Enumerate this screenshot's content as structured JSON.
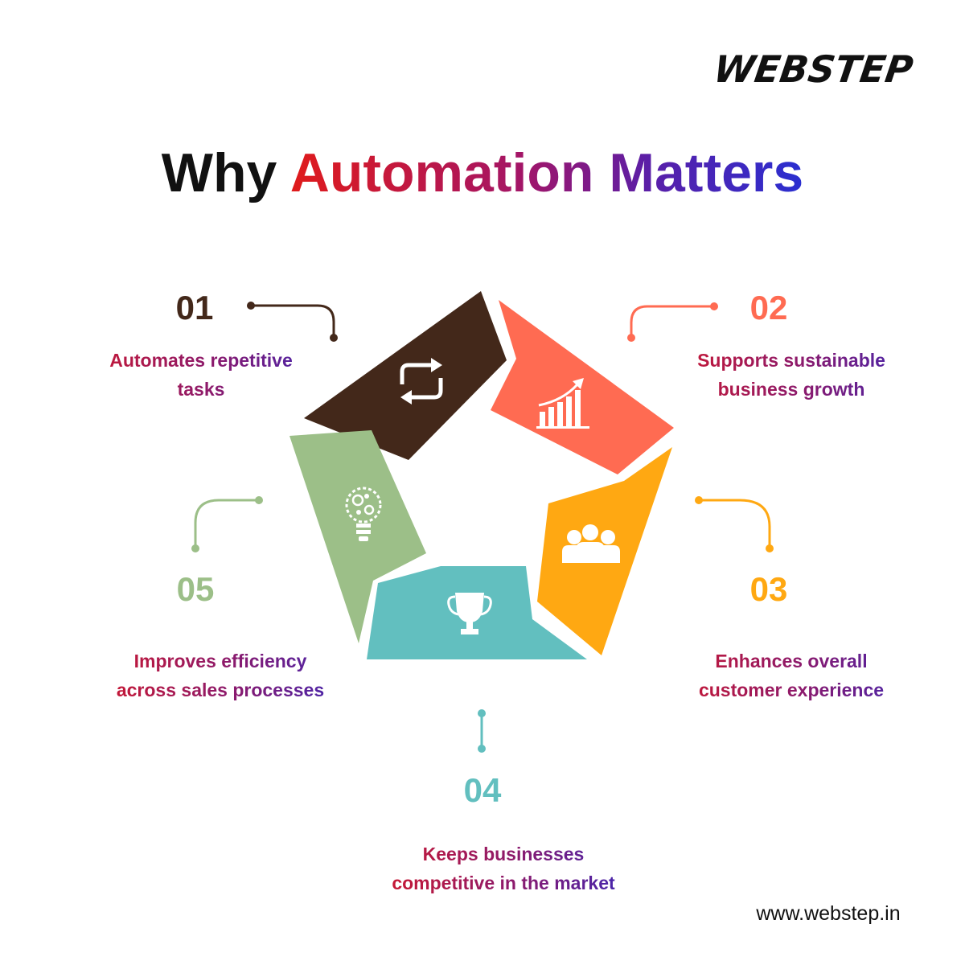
{
  "brand": {
    "logo_text": "WEBSTEP",
    "website": "www.webstep.in"
  },
  "title": {
    "part1": "Why",
    "part2": "Automation Matters"
  },
  "colors": {
    "segment1": "#43281a",
    "segment2": "#ff6b52",
    "segment3": "#ffa812",
    "segment4": "#62bfbf",
    "segment5": "#9cbf88"
  },
  "items": [
    {
      "number": "01",
      "line1": "Automates repetitive",
      "line2": "tasks",
      "icon": "refresh-arrows-icon",
      "color": "#43281a"
    },
    {
      "number": "02",
      "line1": "Supports sustainable",
      "line2": "business growth",
      "icon": "growth-chart-icon",
      "color": "#ff6b52"
    },
    {
      "number": "03",
      "line1": "Enhances overall",
      "line2": "customer experience",
      "icon": "customer-group-icon",
      "color": "#ffa812"
    },
    {
      "number": "04",
      "line1": "Keeps businesses",
      "line2": "competitive in the market",
      "icon": "trophy-icon",
      "color": "#62bfbf"
    },
    {
      "number": "05",
      "line1": "Improves efficiency",
      "line2": "across sales processes",
      "icon": "gear-lightbulb-icon",
      "color": "#9cbf88"
    }
  ]
}
